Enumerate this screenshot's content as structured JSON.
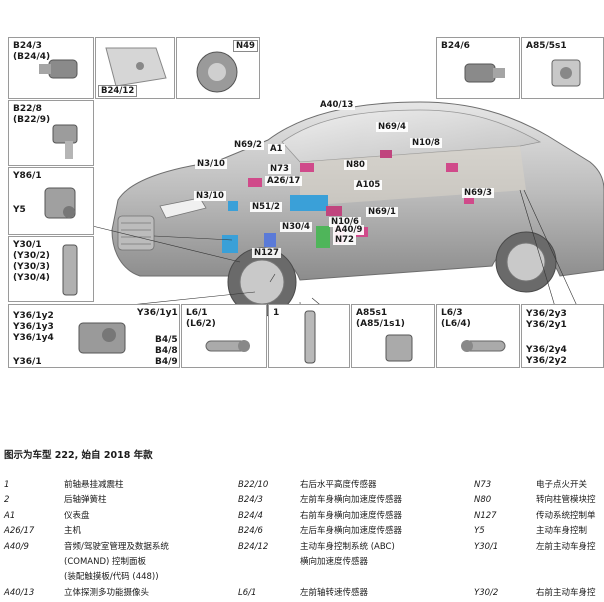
{
  "diagram": {
    "panels": {
      "b24_3": "B24/3\n(B24/4)",
      "b24_12": "B24/12",
      "n49": "N49",
      "b24_6": "B24/6",
      "a85_5s1": "A85/5s1",
      "b22_8": "B22/8\n(B22/9)",
      "y86_1": "Y86/1",
      "y5": "Y5",
      "y30": "Y30/1\n(Y30/2)\n(Y30/3)\n(Y30/4)",
      "y36_left_a": "Y36/1y2",
      "y36_left_b": "Y36/1y3",
      "y36_left_c": "Y36/1y4",
      "y36_left_d": "Y36/1",
      "y36_left_e": "Y36/1y1",
      "b4_5": "B4/5",
      "b4_8": "B4/8",
      "b4_9": "B4/9",
      "l6_1": "L6/1\n(L6/2)",
      "one": "1",
      "a85s1": "A85s1\n(A85/1s1)",
      "l6_3": "L6/3\n(L6/4)",
      "y36_right_a": "Y36/2y3",
      "y36_right_b": "Y36/2y1",
      "y36_right_c": "Y36/2y4",
      "y36_right_d": "Y36/2y2"
    },
    "callouts": {
      "a40_13": "A40/13",
      "n69_4": "N69/4",
      "n10_8": "N10/8",
      "n69_2": "N69/2",
      "a1": "A1",
      "n3_10a": "N3/10",
      "n73": "N73",
      "n80": "N80",
      "a26_17": "A26/17",
      "a105": "A105",
      "n3_10b": "N3/10",
      "n51_2": "N51/2",
      "n69_1": "N69/1",
      "n10_6": "N10/6",
      "n30_4": "N30/4",
      "a40_9": "A40/9",
      "n72": "N72",
      "n69_3": "N69/3",
      "n127": "N127"
    }
  },
  "caption": "图示为车型 222, 始自 2018 年款",
  "legend": [
    {
      "c1": "1",
      "d1": "前轴悬挂减震柱",
      "c2": "B22/10",
      "d2": "右后水平高度传感器",
      "c3": "N73",
      "d3": "电子点火开关"
    },
    {
      "c1": "2",
      "d1": "后轴弹簧柱",
      "c2": "B24/3",
      "d2": "左前车身横向加速度传感器",
      "c3": "N80",
      "d3": "转向柱管模块控"
    },
    {
      "c1": "A1",
      "d1": "仪表盘",
      "c2": "B24/4",
      "d2": "右前车身横向加速度传感器",
      "c3": "N127",
      "d3": "传动系统控制单"
    },
    {
      "c1": "A26/17",
      "d1": "主机",
      "c2": "B24/6",
      "d2": "左后车身横向加速度传感器",
      "c3": "Y5",
      "d3": "主动车身控制"
    },
    {
      "c1": "A40/9",
      "d1": "音频/驾驶室管理及数据系统\n(COMAND) 控制面板\n(装配触摸板/代码 (448))",
      "c2": "B24/12",
      "d2": "主动车身控制系统 (ABC)\n横向加速度传感器",
      "c3": "Y30/1",
      "d3": "左前主动车身控"
    },
    {
      "c1": "A40/13",
      "d1": "立体探测多功能摄像头",
      "c2": "L6/1",
      "d2": "左前轴转速传感器",
      "c3": "Y30/2",
      "d3": "右前主动车身控"
    }
  ]
}
